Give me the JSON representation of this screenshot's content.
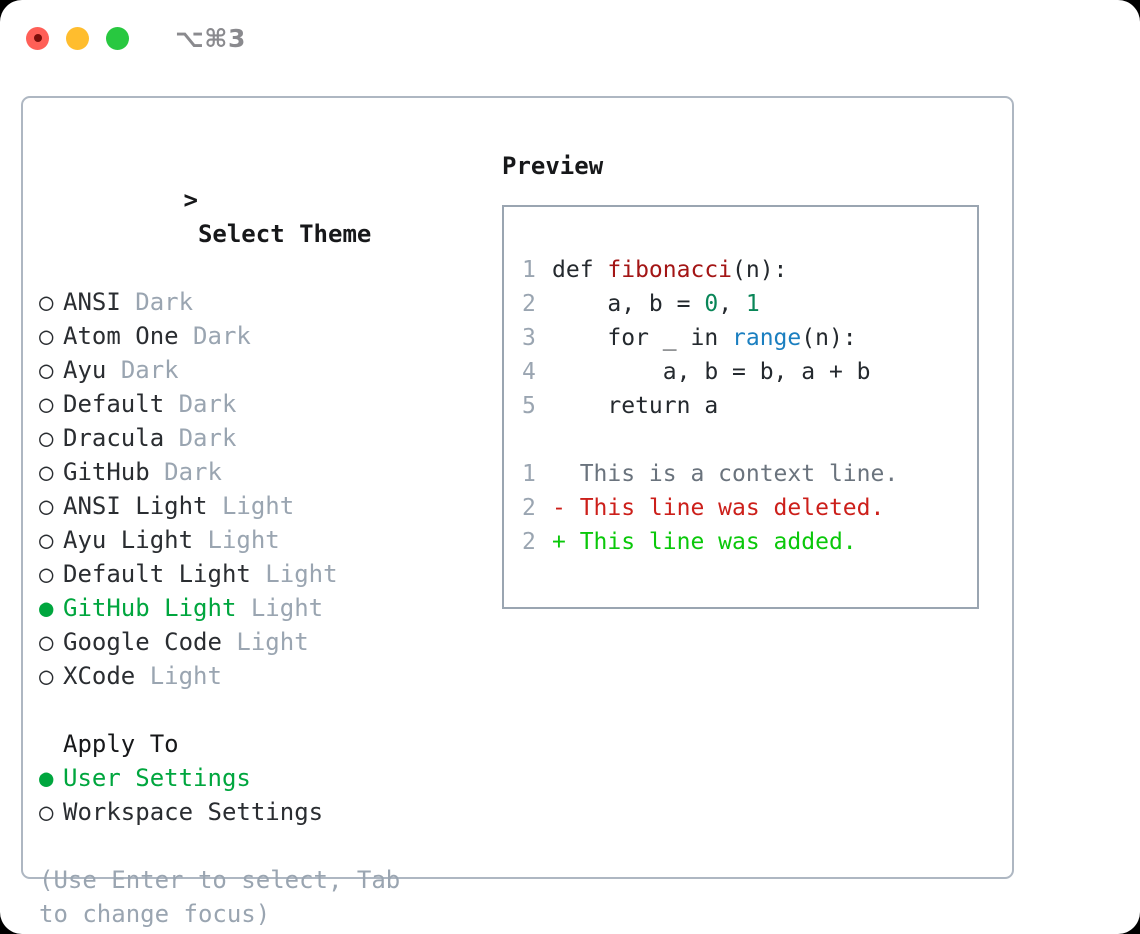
{
  "window": {
    "shortcut_label": "⌥⌘3",
    "traffic_lights": [
      {
        "name": "close",
        "color": "#ff5f57"
      },
      {
        "name": "minimize",
        "color": "#ffbd2e"
      },
      {
        "name": "zoom",
        "color": "#28c840"
      }
    ]
  },
  "theme_picker": {
    "heading": "> Select Theme",
    "caret": ">",
    "heading_text": "Select Theme",
    "bullet_unselected": "○",
    "bullet_selected": "●",
    "selected_color": "#00a63e",
    "muted_color": "#9aa5b1",
    "items": [
      {
        "bullet": "○",
        "name": "ANSI",
        "kind": "Dark",
        "selected": false
      },
      {
        "bullet": "○",
        "name": "Atom One",
        "kind": "Dark",
        "selected": false
      },
      {
        "bullet": "○",
        "name": "Ayu",
        "kind": "Dark",
        "selected": false
      },
      {
        "bullet": "○",
        "name": "Default",
        "kind": "Dark",
        "selected": false
      },
      {
        "bullet": "○",
        "name": "Dracula",
        "kind": "Dark",
        "selected": false
      },
      {
        "bullet": "○",
        "name": "GitHub",
        "kind": "Dark",
        "selected": false
      },
      {
        "bullet": "○",
        "name": "ANSI Light",
        "kind": "Light",
        "selected": false
      },
      {
        "bullet": "○",
        "name": "Ayu Light",
        "kind": "Light",
        "selected": false
      },
      {
        "bullet": "○",
        "name": "Default Light",
        "kind": "Light",
        "selected": false
      },
      {
        "bullet": "●",
        "name": "GitHub Light",
        "kind": "Light",
        "selected": true
      },
      {
        "bullet": "○",
        "name": "Google Code",
        "kind": "Light",
        "selected": false
      },
      {
        "bullet": "○",
        "name": "XCode",
        "kind": "Light",
        "selected": false
      }
    ]
  },
  "apply_to": {
    "heading": "Apply To",
    "items": [
      {
        "bullet": "●",
        "name": "User Settings",
        "selected": true
      },
      {
        "bullet": "○",
        "name": "Workspace Settings",
        "selected": false
      }
    ]
  },
  "hint": "(Use Enter to select, Tab to change focus)",
  "preview": {
    "heading": "Preview",
    "code_lines": [
      {
        "no": "1",
        "indent": "",
        "text": "def fibonacci(n):"
      },
      {
        "no": "2",
        "indent": "    ",
        "text": "a, b = 0, 1"
      },
      {
        "no": "3",
        "indent": "    ",
        "text": "for _ in range(n):"
      },
      {
        "no": "4",
        "indent": "        ",
        "text": "a, b = b, a + b"
      },
      {
        "no": "5",
        "indent": "    ",
        "text": "return a"
      }
    ],
    "code_segments": [
      [
        {
          "t": "def ",
          "c": "plain"
        },
        {
          "t": "fibonacci",
          "c": "fn"
        },
        {
          "t": "(n):",
          "c": "plain"
        }
      ],
      [
        {
          "t": "    a, b = ",
          "c": "plain"
        },
        {
          "t": "0",
          "c": "num"
        },
        {
          "t": ", ",
          "c": "plain"
        },
        {
          "t": "1",
          "c": "num"
        }
      ],
      [
        {
          "t": "    for _ in ",
          "c": "plain"
        },
        {
          "t": "range",
          "c": "call"
        },
        {
          "t": "(n):",
          "c": "plain"
        }
      ],
      [
        {
          "t": "        a, b = b, a + b",
          "c": "plain"
        }
      ],
      [
        {
          "t": "    return a",
          "c": "plain"
        }
      ]
    ],
    "diff_lines": [
      {
        "no": "1",
        "marker": " ",
        "text": "  This is a context line.",
        "kind": "context"
      },
      {
        "no": "2",
        "marker": "-",
        "text": "- This line was deleted.",
        "kind": "deleted"
      },
      {
        "no": "2",
        "marker": "+",
        "text": "+ This line was added.",
        "kind": "added"
      }
    ],
    "colors": {
      "function": "#a31515",
      "number": "#098658",
      "call": "#1b7fc0",
      "context": "#6a737d",
      "deleted": "#cc1f1a",
      "added": "#0ac80a",
      "lineno": "#9aa5b1",
      "border": "#9aa5b1"
    }
  }
}
